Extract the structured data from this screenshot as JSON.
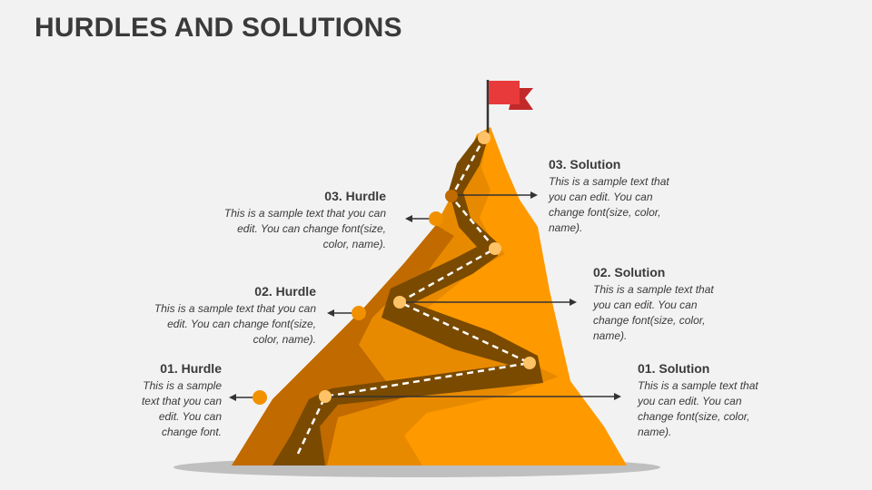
{
  "slide": {
    "title": "HURDLES AND SOLUTIONS"
  },
  "hurdles": [
    {
      "heading": "01. Hurdle",
      "text": "This is a sample text that you can edit. You can change font."
    },
    {
      "heading": "02. Hurdle",
      "text": "This is a sample text that you can edit. You can change font(size, color, name)."
    },
    {
      "heading": "03. Hurdle",
      "text": "This is a sample text that you can edit. You can change font(size, color, name)."
    }
  ],
  "solutions": [
    {
      "heading": "01. Solution",
      "text": "This is a sample text that you can edit. You can change font(size, color, name)."
    },
    {
      "heading": "02. Solution",
      "text": "This is a sample text that you can edit. You can change font(size, color, name)."
    },
    {
      "heading": "03. Solution",
      "text": "This is a sample text that you can edit. You can change font(size, color, name)."
    }
  ],
  "colors": {
    "background": "#f2f2f2",
    "mountain_light": "#ff9900",
    "mountain_mid": "#e68a00",
    "mountain_dark": "#c06a00",
    "path": "#7a4a00",
    "flag": "#e83a3a",
    "dot": "#ffc266",
    "dot_hurdle": "#f29100",
    "text": "#3a3a3a"
  },
  "icons": {
    "flag": "flag-icon"
  }
}
